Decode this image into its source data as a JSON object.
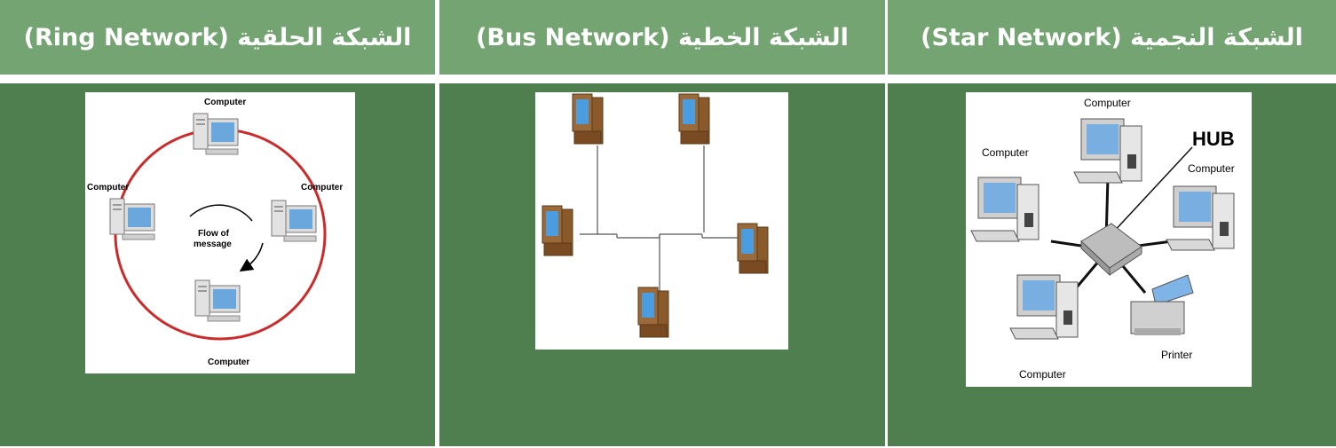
{
  "table": {
    "headers": {
      "ring": "الشبكة الحلقية (Ring Network)",
      "bus": "الشبكة الخطية (Bus Network)",
      "star": "الشبكة النجمية (Star Network)"
    }
  },
  "ring_diagram": {
    "label_top": "Computer",
    "label_left": "Computer",
    "label_right": "Computer",
    "label_bottom": "Computer",
    "flow_line1": "Flow of",
    "flow_line2": "message"
  },
  "star_diagram": {
    "hub_label": "HUB",
    "label_top": "Computer",
    "label_left": "Computer",
    "label_right": "Computer",
    "label_bottom": "Computer",
    "printer_label": "Printer"
  },
  "colors": {
    "header_bg": "#73a472",
    "cell_bg": "#4f7e4f",
    "ring": "#cc2b2b",
    "screen": "#6aa7dd"
  }
}
